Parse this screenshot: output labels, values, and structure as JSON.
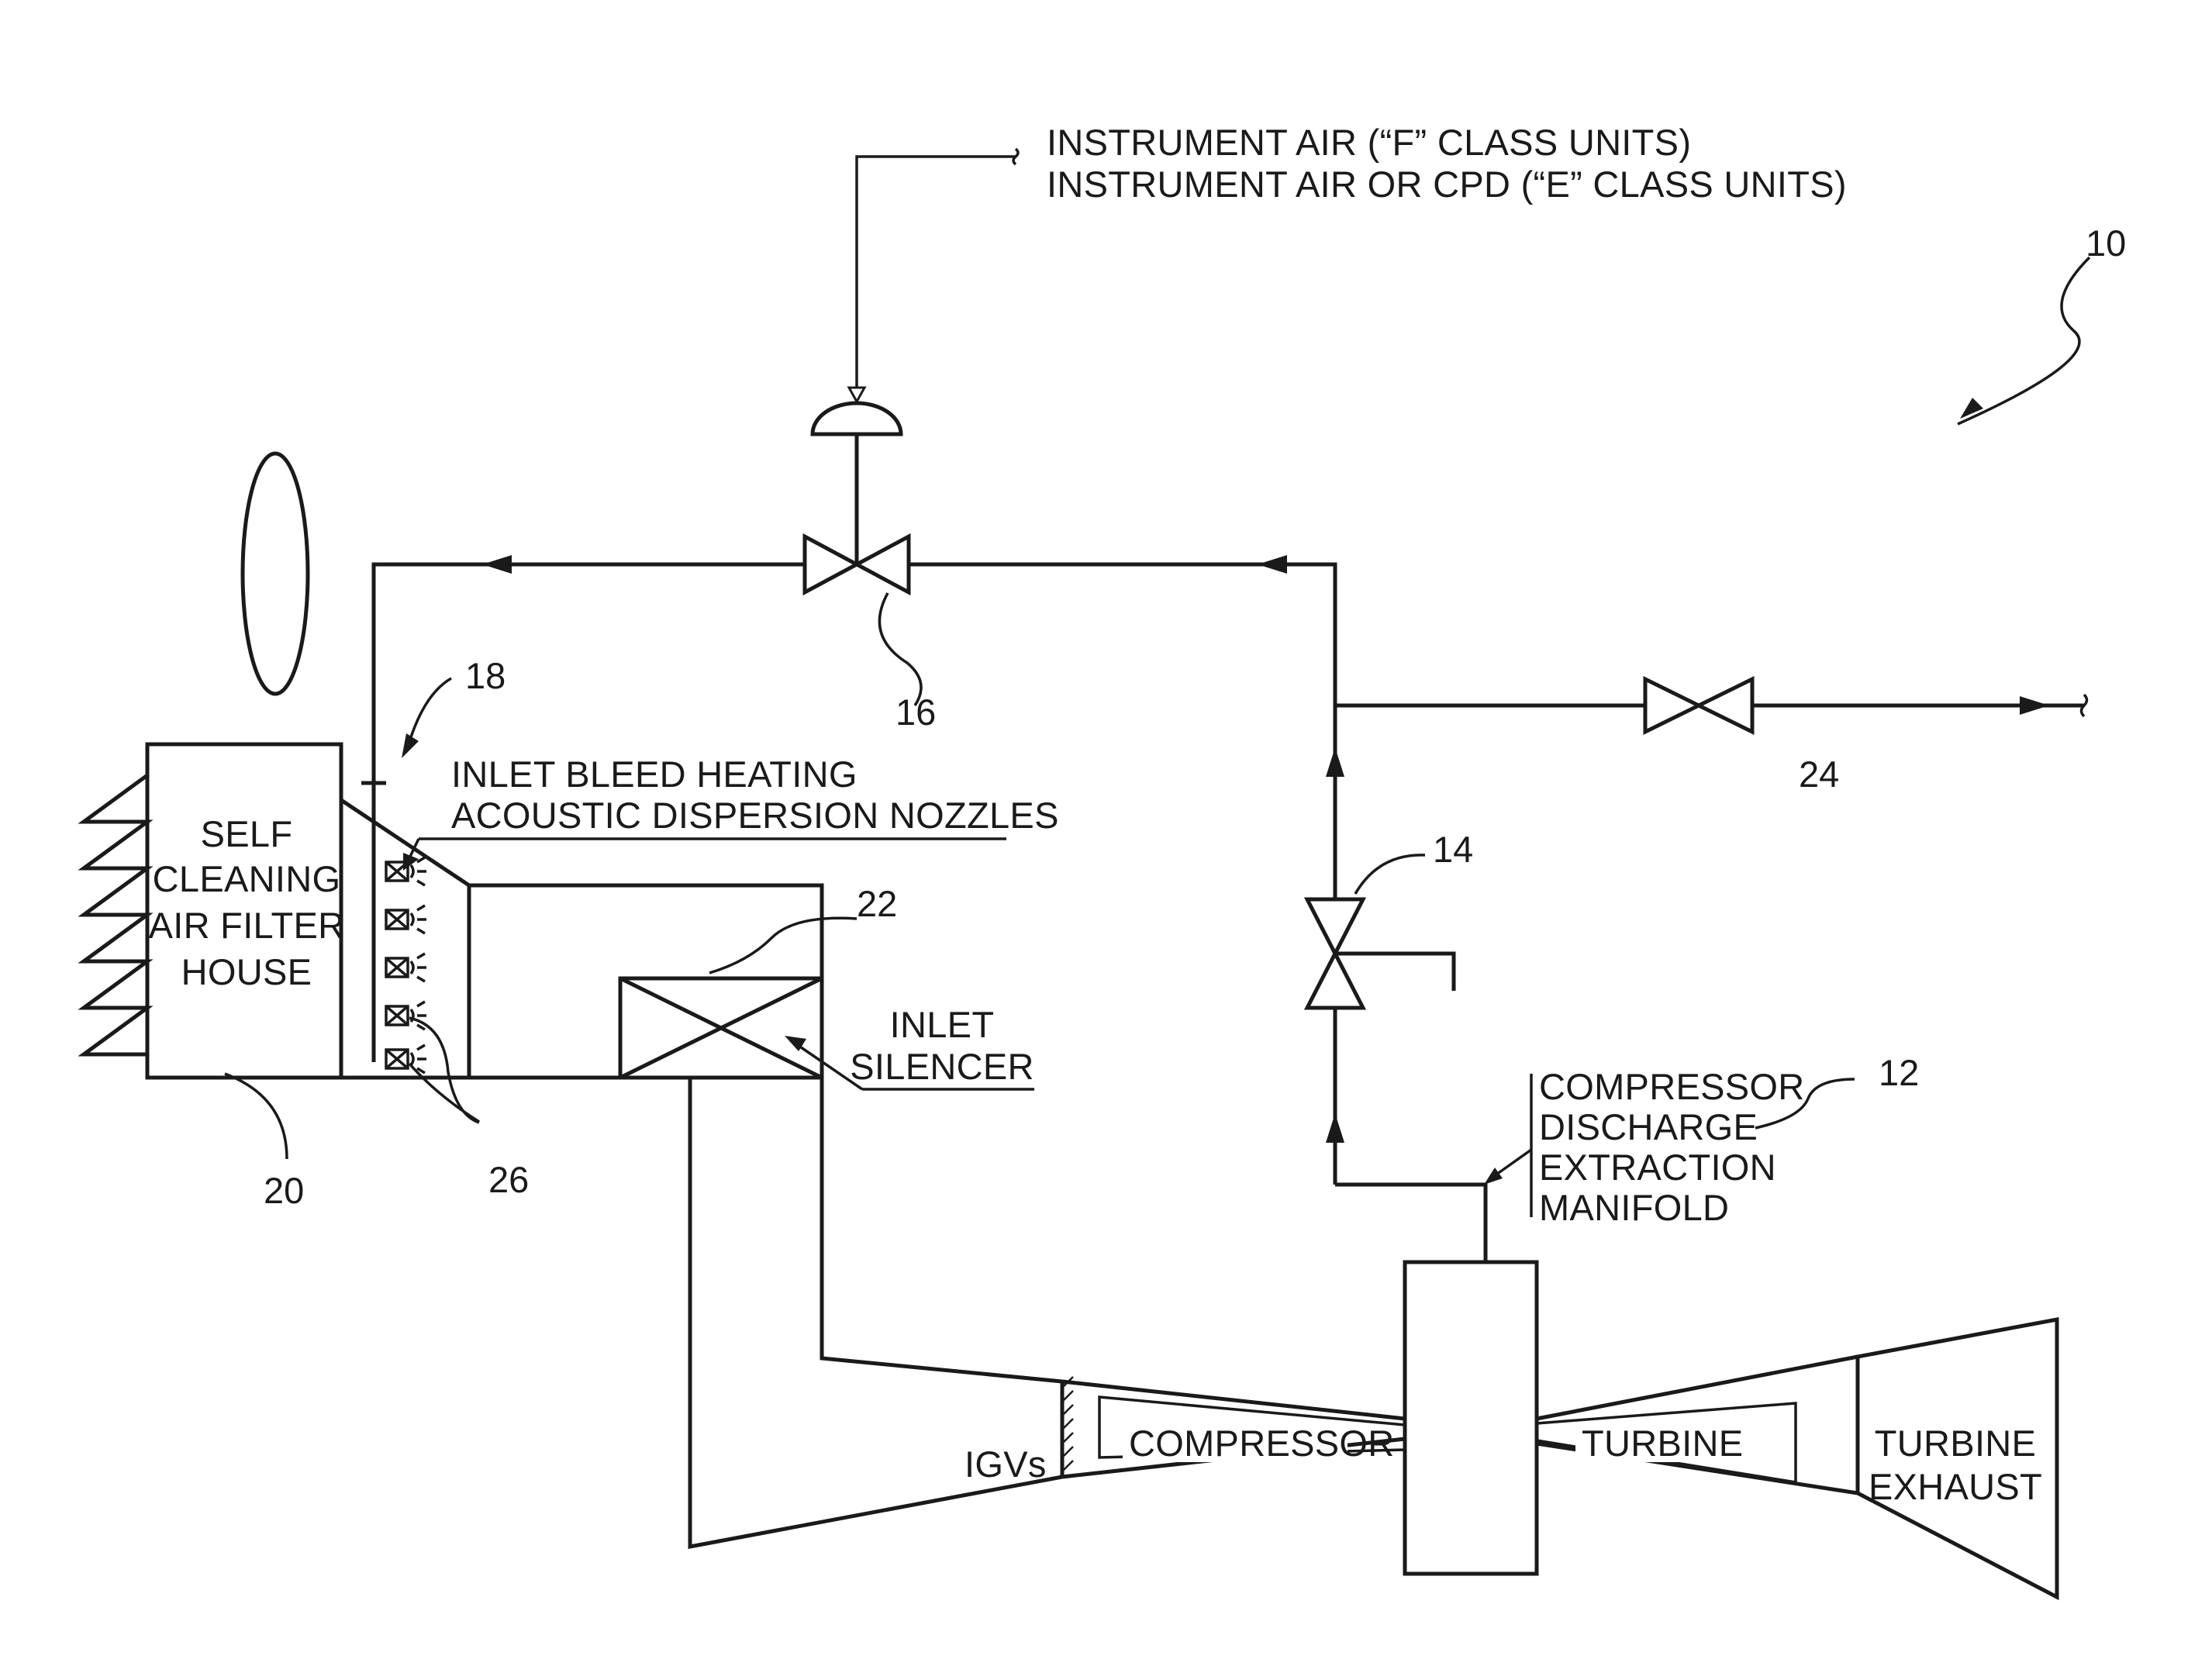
{
  "labels": {
    "instrument_air_f": "INSTRUMENT AIR (“F” CLASS UNITS)",
    "instrument_air_e": "INSTRUMENT AIR OR CPD (“E” CLASS UNITS)",
    "inlet_bleed_1": "INLET BLEED HEATING",
    "inlet_bleed_2": "ACOUSTIC DISPERSION NOZZLES",
    "filter_1": "SELF",
    "filter_2": "CLEANING",
    "filter_3": "AIR FILTER",
    "filter_4": "HOUSE",
    "inlet_silencer_1": "INLET",
    "inlet_silencer_2": "SILENCER",
    "manifold_1": "COMPRESSOR",
    "manifold_2": "DISCHARGE",
    "manifold_3": "EXTRACTION",
    "manifold_4": "MANIFOLD",
    "igvs": "IGVs",
    "compressor": "COMPRESSOR",
    "turbine": "TURBINE",
    "exhaust_1": "TURBINE",
    "exhaust_2": "EXHAUST"
  },
  "refs": {
    "system": "10",
    "manifold": "12",
    "valve_14": "14",
    "valve_16": "16",
    "bleed": "18",
    "filter": "20",
    "silencer": "22",
    "valve_24": "24",
    "nozzles": "26"
  }
}
